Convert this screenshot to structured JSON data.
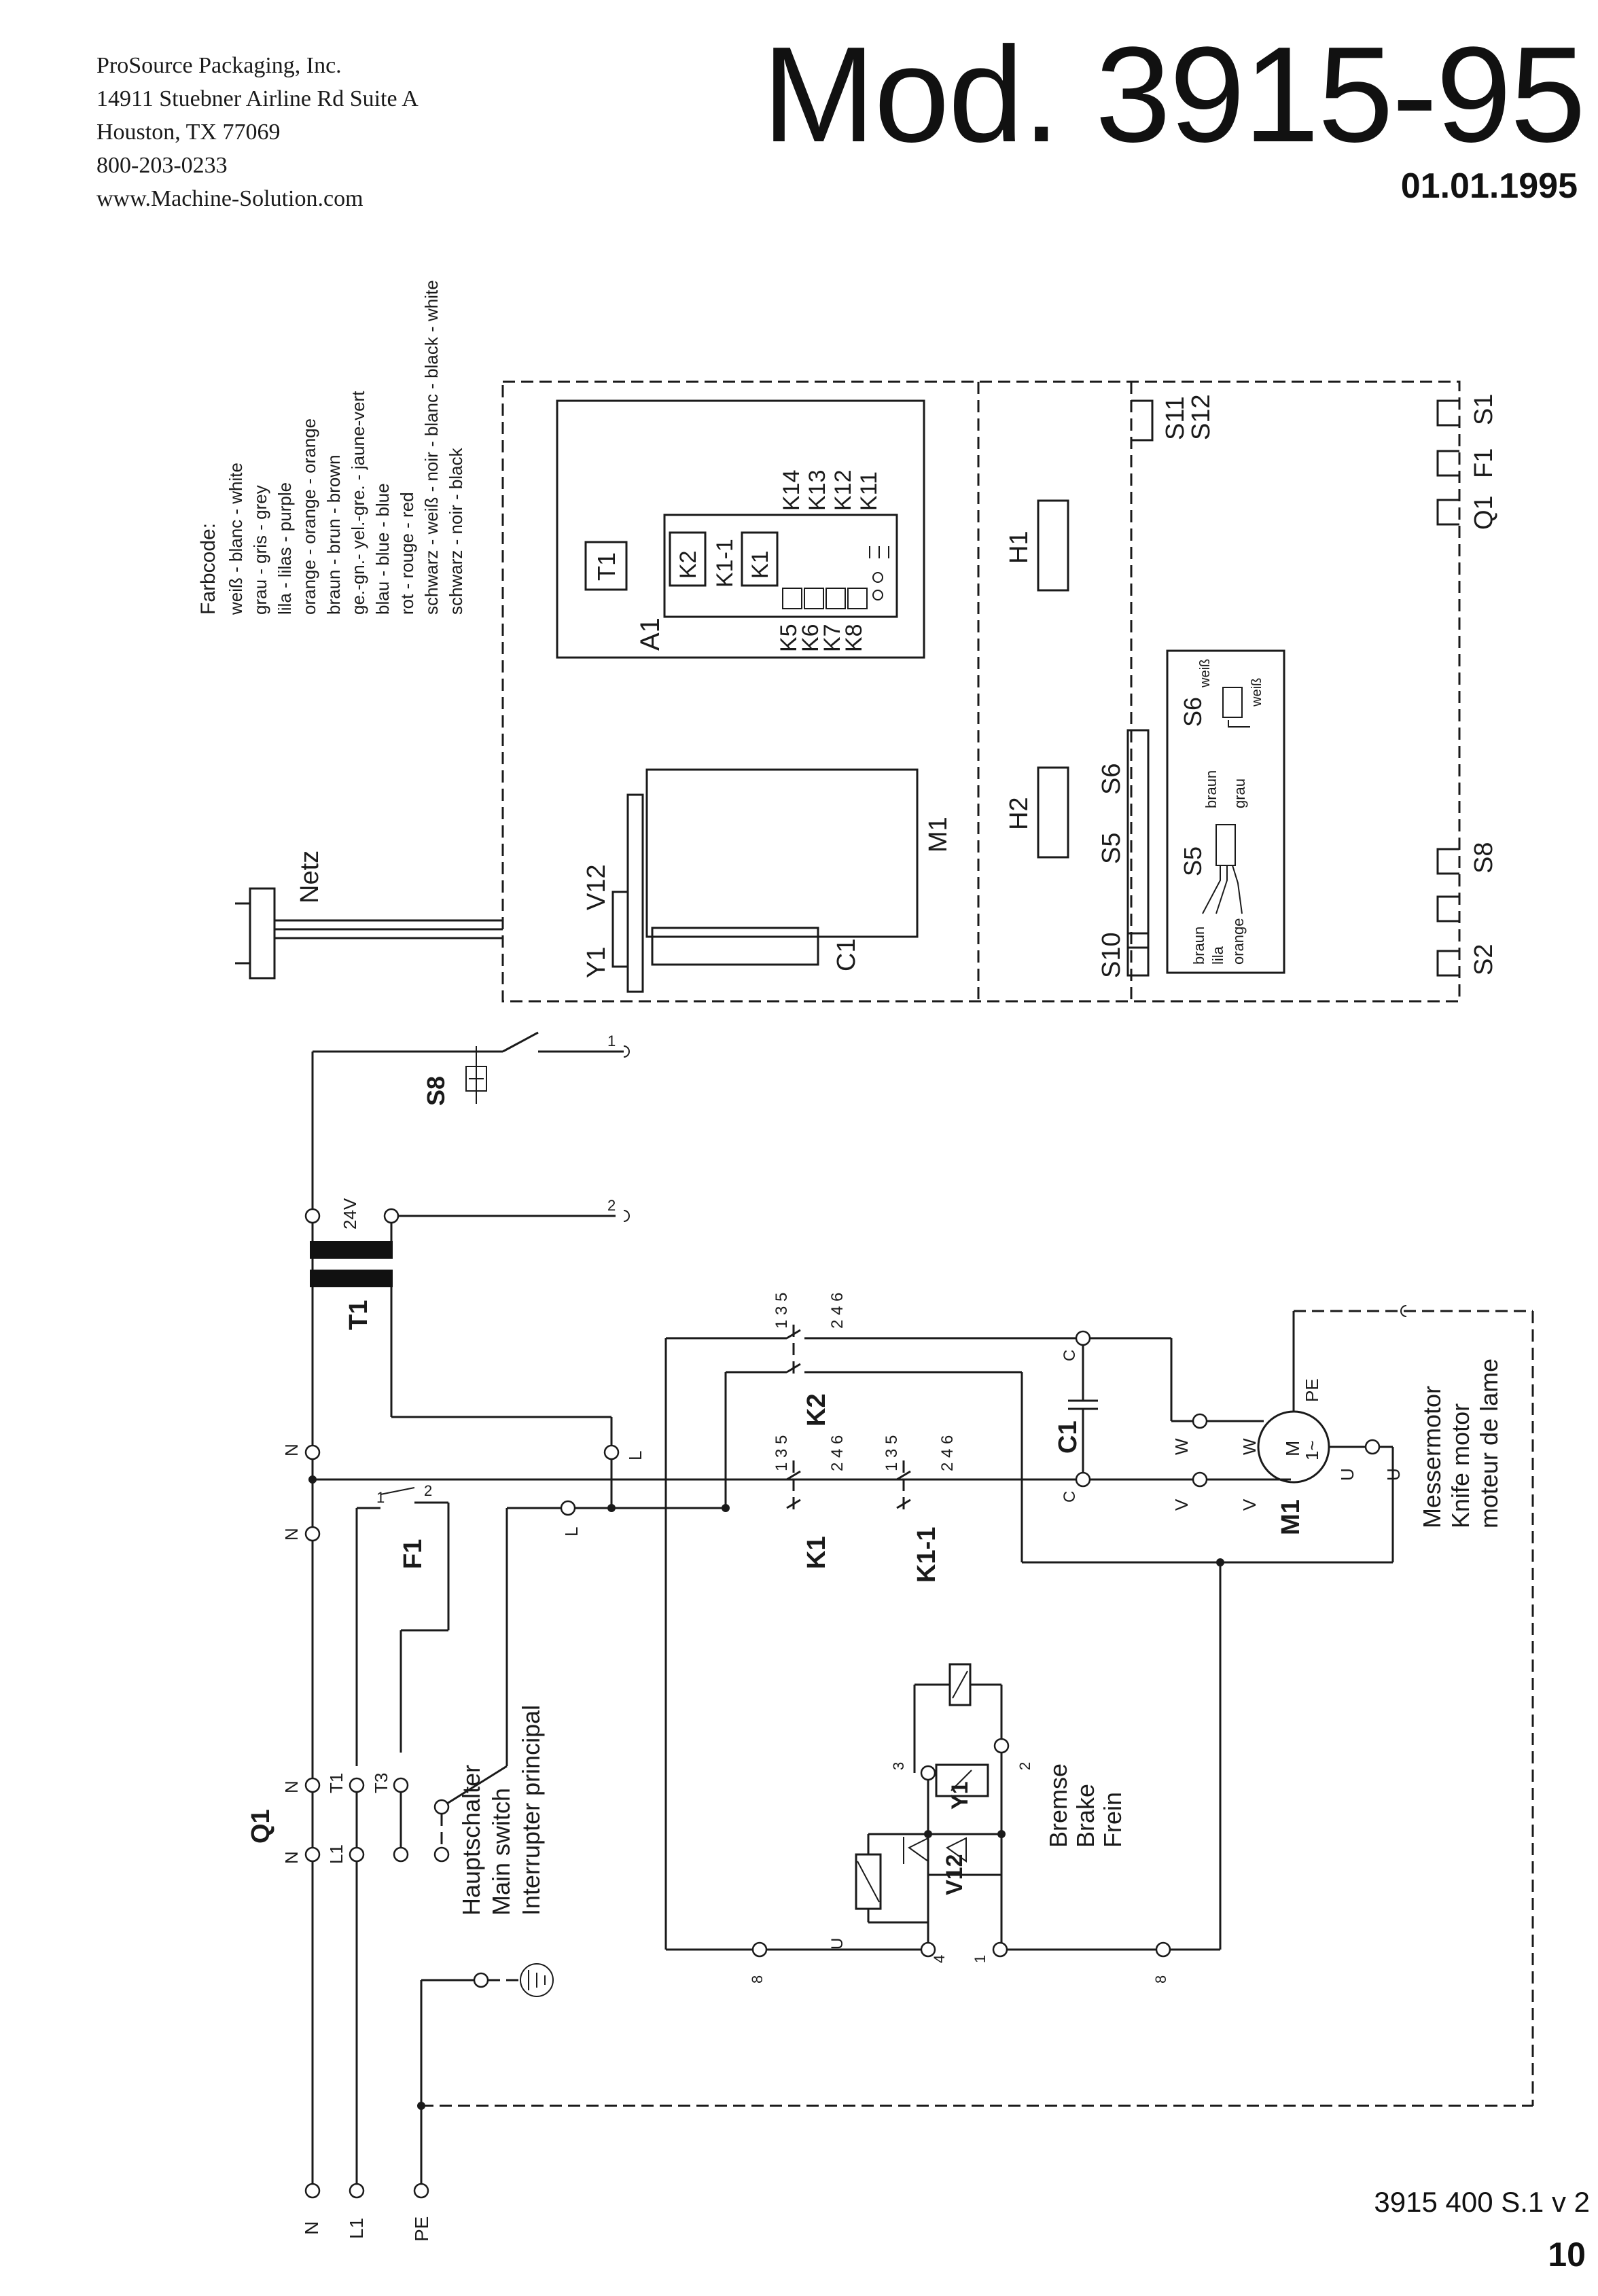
{
  "header": {
    "company_lines": [
      "ProSource Packaging, Inc.",
      "14911 Stuebner Airline Rd Suite A",
      "Houston, TX 77069",
      "800-203-0233",
      "www.Machine-Solution.com"
    ],
    "model_title": "Mod. 3915-95",
    "date": "01.01.1995"
  },
  "color_code": {
    "title": "Farbcode:",
    "entries": [
      "weiß - blanc - white",
      "grau - gris - grey",
      "lila - lilas - purple",
      "orange - orange - orange",
      "braun - brun - brown",
      "ge.-gn.- yel.-gre. - jaune-vert",
      "blau - blue - blue",
      "rot - rouge - red",
      "schwarz - weiß - noir - blanc - black - white",
      "schwarz - noir - black"
    ]
  },
  "layout_panel": {
    "netz": "Netz",
    "a1": "A1",
    "t1": "T1",
    "k2": "K2",
    "k1_1": "K1-1",
    "k1": "K1",
    "k5": "K5",
    "k6": "K6",
    "k7": "K7",
    "k8": "K8",
    "k11": "K11",
    "k12": "K12",
    "k13": "K13",
    "k14": "K14",
    "m1": "M1",
    "c1": "C1",
    "y1": "Y1",
    "v12": "V12",
    "h1": "H1",
    "h2": "H2",
    "s5": "S5",
    "s6": "S6",
    "s10": "S10",
    "s11": "S11",
    "s12": "S12",
    "s1": "S1",
    "f1": "F1",
    "q1": "Q1",
    "s8": "S8",
    "s2": "S2",
    "s6_weiss_top": "weiß",
    "s6_weiss_side": "weiß",
    "s5_braun": "braun",
    "s5_grau": "grau",
    "s5_braun_low": "braun",
    "s5_lila": "lila",
    "s5_orange": "orange"
  },
  "schematic": {
    "s8": "S8",
    "t1": "T1",
    "v24": "24V",
    "f1": "F1",
    "q1": "Q1",
    "k1": "K1",
    "k1_1": "K1-1",
    "k2": "K2",
    "c1": "C1",
    "m1": "M1",
    "y1": "Y1",
    "v12": "V12",
    "m_symbol": "M",
    "m_phase": "1~",
    "pe": "PE",
    "n": "N",
    "l": "L",
    "l1": "L1",
    "t3": "T3",
    "w": "W",
    "v": "V",
    "u": "U",
    "c": "C",
    "u_sym": "U",
    "contact_135": "1 3 5",
    "contact_246": "2 4 6",
    "term_1": "1",
    "term_2": "2",
    "term_3": "3",
    "term_4": "4",
    "term_8": "8",
    "main_switch": [
      "Hauptschalter",
      "Main  switch",
      "Interrupter principal"
    ],
    "knife_motor": [
      "Messermotor",
      "Knife motor",
      "moteur de lame"
    ],
    "brake": [
      "Bremse",
      "Brake",
      "Frein"
    ]
  },
  "footer": {
    "doc_number": "3915 400 S.1 v 2",
    "page_number": "10"
  }
}
